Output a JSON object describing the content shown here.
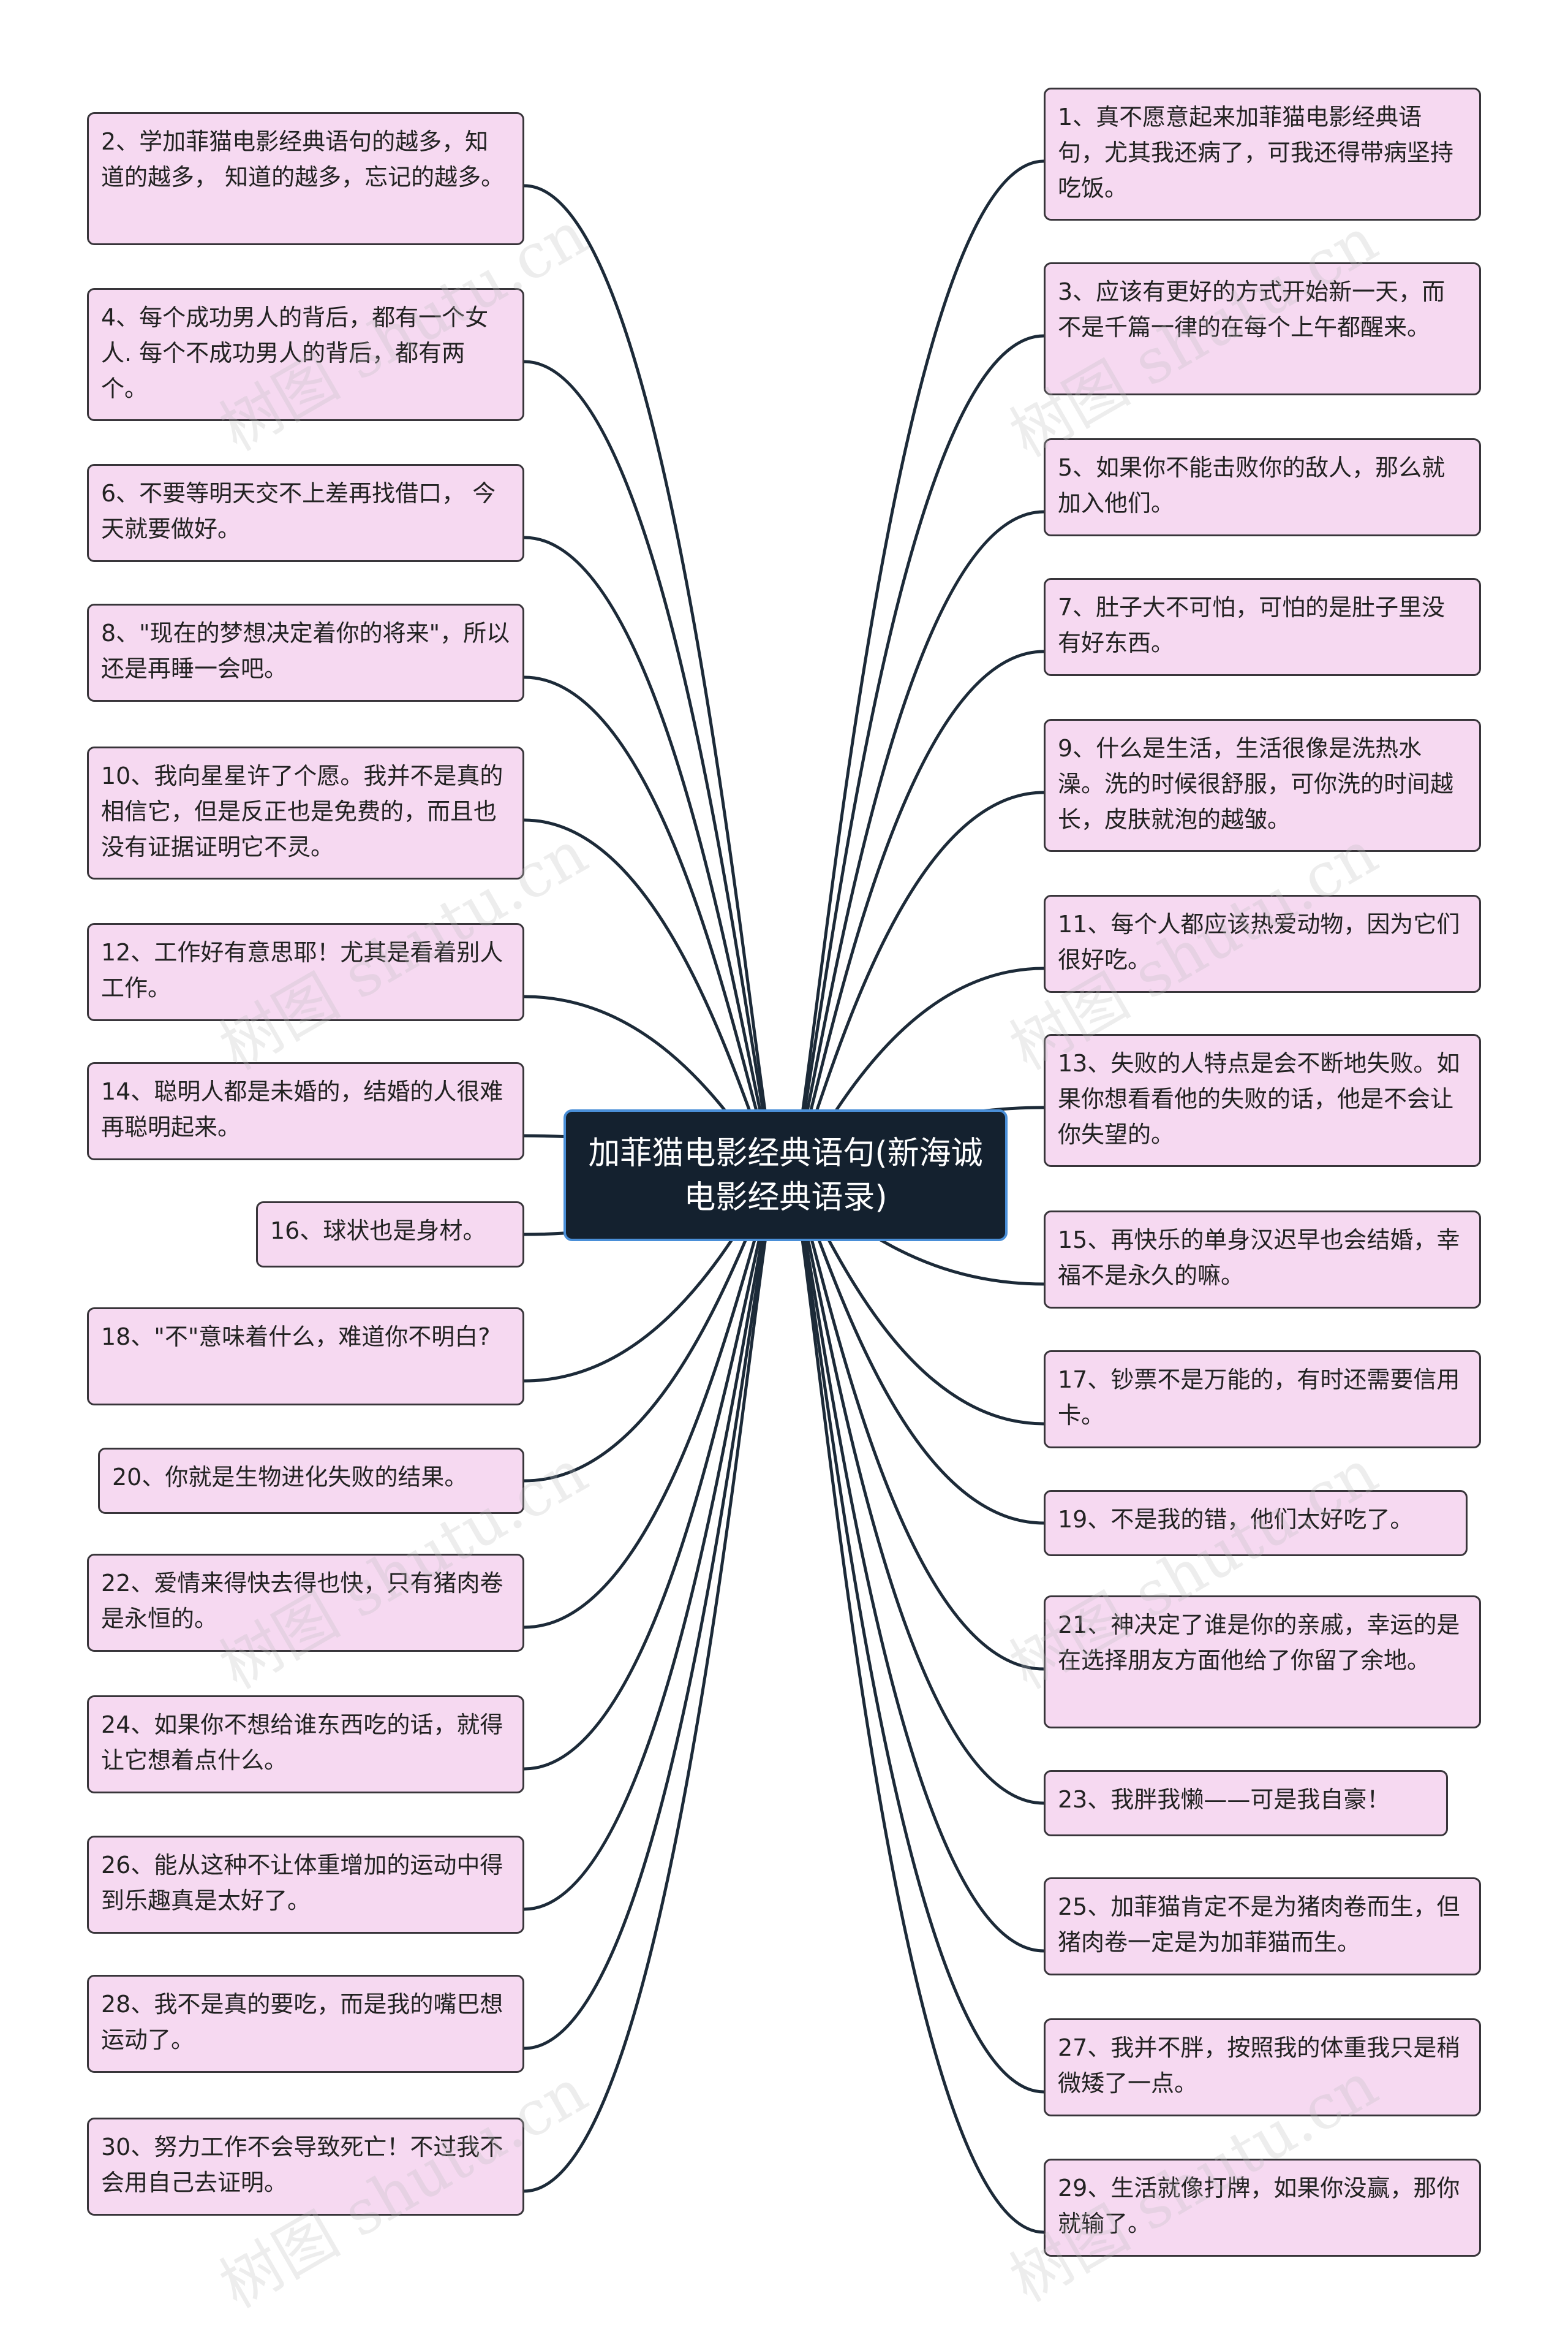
{
  "center": {
    "text": "加菲猫电影经典语句(新海诚电影经典语录)"
  },
  "watermark": "树图 shutu.cn",
  "colors": {
    "node_fill": "#f6d9f1",
    "node_border": "#38353a",
    "line": "#1c2a38",
    "center_fill": "#14212f",
    "center_border": "#4a8fd8"
  },
  "left_items": [
    "2、学加菲猫电影经典语句的越多，知道的越多， 知道的越多，忘记的越多。",
    "4、每个成功男人的背后，都有一个女人. 每个不成功男人的背后，都有两个。",
    "6、不要等明天交不上差再找借口， 今天就要做好。",
    "8、\"现在的梦想决定着你的将来\"，所以还是再睡一会吧。",
    "10、我向星星许了个愿。我并不是真的相信它，但是反正也是免费的，而且也没有证据证明它不灵。",
    "12、工作好有意思耶！尤其是看着别人工作。",
    "14、聪明人都是未婚的，结婚的人很难再聪明起来。",
    "16、球状也是身材。",
    "18、\"不\"意味着什么，难道你不明白?",
    "20、你就是生物进化失败的结果。",
    "22、爱情来得快去得也快，只有猪肉卷是永恒的。",
    "24、如果你不想给谁东西吃的话，就得让它想着点什么。",
    "26、能从这种不让体重增加的运动中得到乐趣真是太好了。",
    "28、我不是真的要吃，而是我的嘴巴想运动了。",
    "30、努力工作不会导致死亡！不过我不会用自己去证明。"
  ],
  "right_items": [
    "1、真不愿意起来加菲猫电影经典语句，尤其我还病了，可我还得带病坚持吃饭。",
    "3、应该有更好的方式开始新一天，而不是千篇一律的在每个上午都醒来。",
    "5、如果你不能击败你的敌人，那么就加入他们。",
    "7、肚子大不可怕，可怕的是肚子里没有好东西。",
    "9、什么是生活，生活很像是洗热水澡。洗的时候很舒服，可你洗的时间越长，皮肤就泡的越皱。",
    "11、每个人都应该热爱动物，因为它们很好吃。",
    "13、失败的人特点是会不断地失败。如果你想看看他的失败的话，他是不会让你失望的。",
    "15、再快乐的单身汉迟早也会结婚，幸福不是永久的嘛。",
    "17、钞票不是万能的，有时还需要信用卡。",
    "19、不是我的错，他们太好吃了。",
    "21、神决定了谁是你的亲戚，幸运的是在选择朋友方面他给了你留了余地。",
    "23、我胖我懒——可是我自豪！",
    "25、加菲猫肯定不是为猪肉卷而生，但猪肉卷一定是为加菲猫而生。",
    "27、我并不胖，按照我的体重我只是稍微矮了一点。",
    "29、生活就像打牌，如果你没赢，那你就输了。"
  ]
}
